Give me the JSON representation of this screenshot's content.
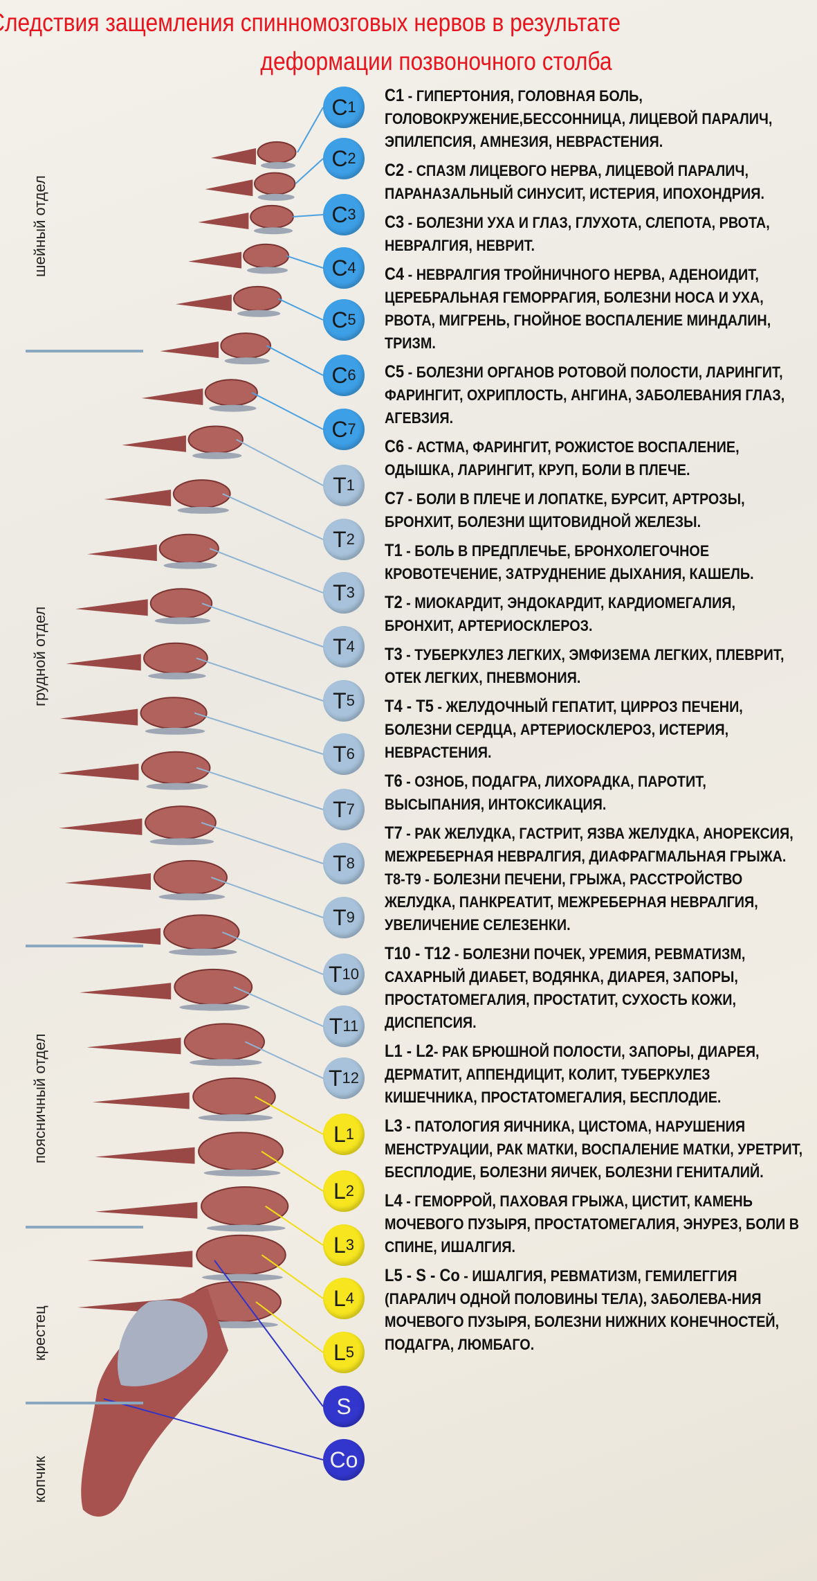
{
  "title": {
    "line1": "Следствия защемления спинномозговых нервов в результате",
    "line2": "деформации позвоночного столба"
  },
  "regions": [
    "шейный отдел",
    "грудной отдел",
    "поясничный отдел",
    "крестец",
    "копчик"
  ],
  "vertebrae": [
    {
      "letter": "C",
      "num": "1",
      "group": "c"
    },
    {
      "letter": "C",
      "num": "2",
      "group": "c"
    },
    {
      "letter": "C",
      "num": "3",
      "group": "c"
    },
    {
      "letter": "C",
      "num": "4",
      "group": "c"
    },
    {
      "letter": "C",
      "num": "5",
      "group": "c"
    },
    {
      "letter": "C",
      "num": "6",
      "group": "c"
    },
    {
      "letter": "C",
      "num": "7",
      "group": "c"
    },
    {
      "letter": "T",
      "num": "1",
      "group": "t"
    },
    {
      "letter": "T",
      "num": "2",
      "group": "t"
    },
    {
      "letter": "T",
      "num": "3",
      "group": "t"
    },
    {
      "letter": "T",
      "num": "4",
      "group": "t"
    },
    {
      "letter": "T",
      "num": "5",
      "group": "t"
    },
    {
      "letter": "T",
      "num": "6",
      "group": "t"
    },
    {
      "letter": "T",
      "num": "7",
      "group": "t"
    },
    {
      "letter": "T",
      "num": "8",
      "group": "t"
    },
    {
      "letter": "T",
      "num": "9",
      "group": "t"
    },
    {
      "letter": "T",
      "num": "10",
      "group": "t"
    },
    {
      "letter": "T",
      "num": "11",
      "group": "t"
    },
    {
      "letter": "T",
      "num": "12",
      "group": "t"
    },
    {
      "letter": "L",
      "num": "1",
      "group": "l"
    },
    {
      "letter": "L",
      "num": "2",
      "group": "l"
    },
    {
      "letter": "L",
      "num": "3",
      "group": "l"
    },
    {
      "letter": "L",
      "num": "4",
      "group": "l"
    },
    {
      "letter": "L",
      "num": "5",
      "group": "l"
    },
    {
      "letter": "S",
      "num": "",
      "group": "s"
    },
    {
      "letter": "Co",
      "num": "",
      "group": "s"
    }
  ],
  "descriptions": [
    {
      "code": "C1",
      "text": " - ГИПЕРТОНИЯ, ГОЛОВНАЯ БОЛЬ, ГОЛОВОКРУЖЕНИЕ,БЕССОННИЦА, ЛИЦЕВОЙ ПАРАЛИЧ, ЭПИЛЕПСИЯ, АМНЕЗИЯ, НЕВРАСТЕНИЯ."
    },
    {
      "code": "C2",
      "text": " - СПАЗМ ЛИЦЕВОГО НЕРВА, ЛИЦЕВОЙ ПАРАЛИЧ, ПАРАНАЗАЛЬНЫЙ СИНУСИТ, ИСТЕРИЯ, ИПОХОНДРИЯ."
    },
    {
      "code": "C3",
      "text": " - БОЛЕЗНИ УХА И ГЛАЗ, ГЛУХОТА, СЛЕПОТА, РВОТА, НЕВРАЛГИЯ, НЕВРИТ."
    },
    {
      "code": "C4",
      "text": " - НЕВРАЛГИЯ ТРОЙНИЧНОГО НЕРВА, АДЕНОИДИТ, ЦЕРЕБРАЛЬНАЯ ГЕМОРРАГИЯ, БОЛЕЗНИ НОСА И УХА, РВОТА, МИГРЕНЬ, ГНОЙНОЕ ВОСПАЛЕНИЕ МИНДАЛИН, ТРИЗМ."
    },
    {
      "code": "C5",
      "text": " - БОЛЕЗНИ ОРГАНОВ РОТОВОЙ ПОЛОСТИ, ЛАРИНГИТ, ФАРИНГИТ, ОХРИПЛОСТЬ, АНГИНА, ЗАБОЛЕВАНИЯ ГЛАЗ, АГЕВЗИЯ."
    },
    {
      "code": "C6",
      "text": " - АСТМА, ФАРИНГИТ, РОЖИСТОЕ ВОСПАЛЕНИЕ, ОДЫШКА, ЛАРИНГИТ, КРУП, БОЛИ В ПЛЕЧЕ."
    },
    {
      "code": "C7",
      "text": " - БОЛИ В ПЛЕЧЕ И ЛОПАТКЕ, БУРСИТ, АРТРОЗЫ, БРОНХИТ, БОЛЕЗНИ ЩИТОВИДНОЙ ЖЕЛЕЗЫ."
    },
    {
      "code": "T1",
      "text": " - БОЛЬ В ПРЕДПЛЕЧЬЕ, БРОНХОЛЕГОЧНОЕ КРОВОТЕЧЕНИЕ, ЗАТРУДНЕНИЕ ДЫХАНИЯ, КАШЕЛЬ."
    },
    {
      "code": "T2",
      "text": " - МИОКАРДИТ, ЭНДОКАРДИТ, КАРДИОМЕГАЛИЯ, БРОНХИТ, АРТЕРИОСКЛЕРОЗ."
    },
    {
      "code": "T3",
      "text": " - ТУБЕРКУЛЕЗ ЛЕГКИХ, ЭМФИЗЕМА ЛЕГКИХ, ПЛЕВРИТ, ОТЕК ЛЕГКИХ, ПНЕВМОНИЯ."
    },
    {
      "code": "T4 - T5",
      "text": " - ЖЕЛУДОЧНЫЙ ГЕПАТИТ, ЦИРРОЗ ПЕЧЕНИ, БОЛЕЗНИ СЕРДЦА, АРТЕРИОСКЛЕРОЗ, ИСТЕРИЯ, НЕВРАСТЕНИЯ."
    },
    {
      "code": "T6",
      "text": " - ОЗНОБ, ПОДАГРА, ЛИХОРАДКА, ПАРОТИТ, ВЫСЫПАНИЯ, ИНТОКСИКАЦИЯ."
    },
    {
      "code": "T7",
      "text": " - РАК ЖЕЛУДКА, ГАСТРИТ, ЯЗВА ЖЕЛУДКА, АНОРЕКСИЯ, МЕЖРЕБЕРНАЯ НЕВРАЛГИЯ, ДИАФРАГМАЛЬНАЯ ГРЫЖА. Т8-Т9 - БОЛЕЗНИ ПЕЧЕНИ, ГРЫЖА, РАССТРОЙСТВО ЖЕЛУДКА, ПАНКРЕАТИТ, МЕЖРЕБЕРНАЯ НЕВРАЛГИЯ, УВЕЛИЧЕНИЕ СЕЛЕЗЕНКИ."
    },
    {
      "code": "T10 - T12",
      "text": " - БОЛЕЗНИ ПОЧЕК, УРЕМИЯ, РЕВМАТИЗМ, САХАРНЫЙ ДИАБЕТ, ВОДЯНКА, ДИАРЕЯ, ЗАПОРЫ, ПРОСТАТОМЕГАЛИЯ, ПРОСТАТИТ, СУХОСТЬ КОЖИ, ДИСПЕПСИЯ."
    },
    {
      "code": "L1 - L2",
      "text": "- РАК БРЮШНОЙ ПОЛОСТИ, ЗАПОРЫ, ДИАРЕЯ, ДЕРМАТИТ, АППЕНДИЦИТ, КОЛИТ, ТУБЕРКУЛЕЗ КИШЕЧНИКА, ПРОСТАТОМЕГАЛИЯ, БЕСПЛОДИЕ."
    },
    {
      "code": "L3",
      "text": " - ПАТОЛОГИЯ ЯИЧНИКА, ЦИСТОМА, НАРУШЕНИЯ МЕНСТРУАЦИИ, РАК МАТКИ, ВОСПАЛЕНИЕ МАТКИ, УРЕТРИТ, БЕСПЛОДИЕ, БОЛЕЗНИ ЯИЧЕК, БОЛЕЗНИ ГЕНИТАЛИЙ."
    },
    {
      "code": "L4",
      "text": " - ГЕМОРРОЙ, ПАХОВАЯ ГРЫЖА, ЦИСТИТ, КАМЕНЬ МОЧЕВОГО ПУЗЫРЯ, ПРОСТАТОМЕГАЛИЯ, ЭНУРЕЗ, БОЛИ В СПИНЕ, ИШАЛГИЯ."
    },
    {
      "code": "L5 - S - Co",
      "text": " - ИШАЛГИЯ, РЕВМАТИЗМ, ГЕМИЛЕГГИЯ (ПАРАЛИЧ ОДНОЙ ПОЛОВИНЫ ТЕЛА), ЗАБОЛЕВА-НИЯ МОЧЕВОГО ПУЗЫРЯ, БОЛЕЗНИ НИЖНИХ КОНЕЧНОСТЕЙ, ПОДАГРА, ЛЮМБАГО."
    }
  ],
  "colors": {
    "title": "#e8141e",
    "cervical": "#3d9fe6",
    "thoracic": "#a7c2da",
    "lumbar": "#f6e51f",
    "sacral": "#3236cc",
    "bone": "#a8524f"
  }
}
